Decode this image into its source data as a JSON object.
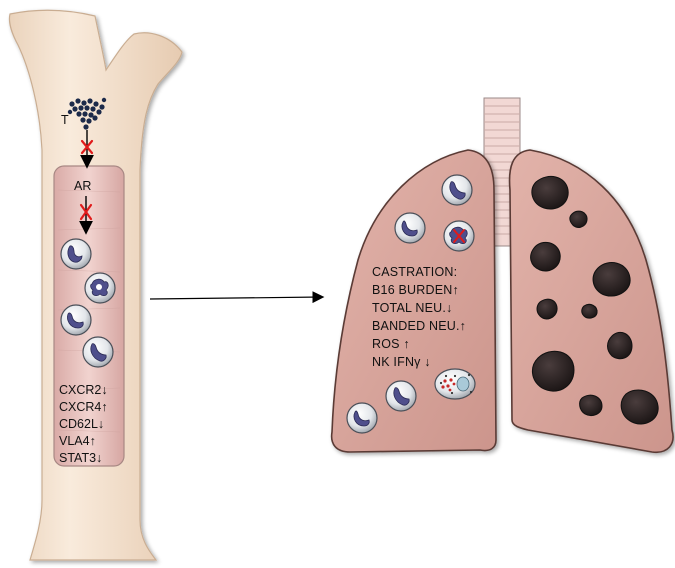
{
  "bone": {
    "t_label": "T",
    "ar_label": "AR",
    "markers": [
      "CXCR2↓",
      "CXCR4↑",
      "CD62L↓",
      "VLA4↑",
      "STAT3↓"
    ]
  },
  "lung": {
    "labels": [
      "CASTRATION:",
      "B16 BURDEN↑",
      "TOTAL NEU.↓",
      "BANDED NEU.↑",
      "ROS ↑",
      "NK IFNγ ↓"
    ]
  },
  "colors": {
    "bone_fill": "#f6e3cf",
    "marrow_fill": "#e9c5c0",
    "lung_fill": "#d8a39a",
    "metastasis_fill": "#2b2323",
    "cell_nucleus": "#4f4f8c",
    "inhibition_mark": "#e01b1b"
  }
}
